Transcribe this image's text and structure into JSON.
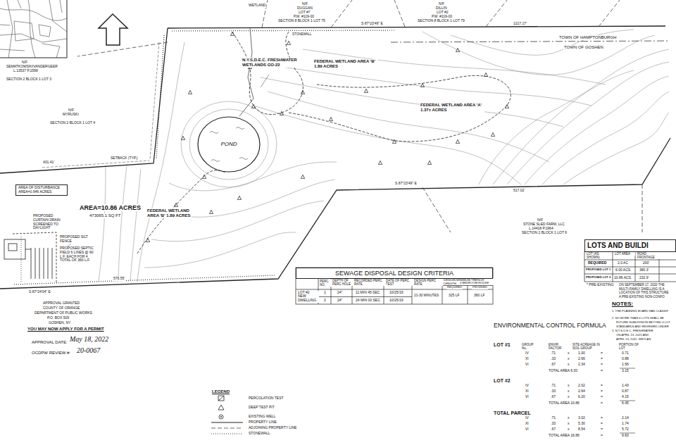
{
  "diagram": {
    "nodes": [
      {
        "text": [
          "POND"
        ]
      },
      {
        "text": [
          "AREA OF DISTURBANCE AREA=0.946 ACRES"
        ]
      },
      {
        "text": [
          "SEWAGE DISPOSAL DESIGN CRITERIA"
        ]
      },
      {
        "text": [
          "LOTS AND BUILDI"
        ]
      }
    ],
    "labels": [
      "WETLAND",
      "N/F",
      "DUGGAN",
      "LOT #7",
      "P.M. #119-00",
      "SECTION 8 BLOCK 1 LOT 75",
      "N/F",
      "DILLIN",
      "LOT #2",
      "P.M. #119-00",
      "SECTION 8 BLOCK 1 LOT 79",
      "S 87°23'49\" E",
      "1217.17'",
      "TOWN OF HAMPTONBURGH",
      "TOWN OF GOSHEN",
      "STONEWALL",
      "N.Y.S.D.E.C. FRESHWATER WETLANDS GO-22",
      "FEDERAL WETLAND AREA 'B' 1.89 ACRES",
      "FEDERAL WETLAND AREA 'A' 1.37± ACRES",
      "N/F",
      "SEMATKOWSKI/VANDERGEER",
      "L.13537 P.1598",
      "SECTION 2 BLOCK 1 LOT 3",
      "N/F",
      "MYRUSKI",
      "SECTION 2 BLOCK 1 LOT 4",
      "SETBACK (TYP.)",
      "431.41'",
      "AREA=10.86 ACRES",
      "473065.1 SQ FT",
      "PROPOSED SILT FENCE",
      "PROPOSED CURTAIN DRAIN SCREENED TO DAYLIGHT",
      "PROPOSED SEPTIC FIELD 6 LINES @ 60 L.F. EACH FOR 4 TOTAL OF 360 L.F.",
      "FEDERAL WETLAND AREA 'B' 1.89 ACRES",
      "576.55'",
      "S 87°24'04\" E",
      "S 87°23'49\" E",
      "517.02'",
      "N/F",
      "STONE SLED FARM, LLC",
      "L.14418 P.1964",
      "SECTION 2 BLOCK 1 LOT 6",
      "APPROVAL GRANTED",
      "COUNTY OF ORANGE",
      "DEPARTMENT OF PUBLIC WORKS",
      "P.O. BOX 509",
      "GOSHEN, NY",
      "YOU MAY NOW APPLY FOR A PERMIT",
      "APPROVAL DATE:",
      "May 18, 2022",
      "OCDPW REVIEW #:",
      "20-0067",
      "LEGEND",
      "PERC NO.",
      "DEPTH OF PERC HOLE",
      "RECORDED PERC RATE",
      "DATE OF PERC TEST",
      "DESIGN PERC RATE",
      "DESIGN MINIMUM TRENCH LENGTH",
      "4 BEDROOM HOUSE",
      "REQUIRED",
      "PROVIDED",
      "LOT #2 NEW DWELLING",
      "1",
      "24\"",
      "11 MIN 45 SEC",
      "10/25/19",
      "2",
      "24\"",
      "24 MIN 00 SEC",
      "10/25/19",
      "21-30 MINUTES",
      "325 LF",
      "360 LF",
      "LOT (AS SHOWN)",
      "LOT AREA",
      "ROAD FRONTAGE",
      "REQUIRED",
      "2.0 AC",
      "200'",
      "PROPOSED LOT 1",
      "6.00 ACS.",
      "380.3'",
      "PROPOSED LOT 2",
      "10.86 ACS.",
      "232.9'",
      "* PRE-EXISTING",
      "ON SEPTEMBER 17, 2020 THE",
      "MULTI-FAMILY DWELLING IS A",
      "LOCATION OF THIS STRUCTURE",
      "A PRE-EXISTING NON-CONFO",
      "NOTES:",
      "1. THE PLANNING BOARD HAS CLASSIF",
      "2. NO MORE THAN 4 LOTS SHALL BE",
      "FUTURE SUBDIVISION BEYOND 4 LOT",
      "STANDARDS AND REVIEWED UNDER",
      "3. N.Y.S.D.E.C. FRESHWATER",
      "ON APRIL 13, 2021 AND",
      "APRIL 13, 2031. WETLAN",
      "ENVIRONMENTAL CONTROL FORMULA",
      "GROUP No.",
      "ENVIR. FACTOR",
      "SITE ACREAGE IN SOIL GROUP",
      "PORTION OF LOT",
      "LOT #1",
      "IV",
      ".71",
      "x",
      "1.00",
      "=",
      "0.71",
      "XI",
      ".33",
      "x",
      "2.66",
      "=",
      "0.88",
      "VI",
      ".67",
      "x",
      "2.34",
      "=",
      "1.56",
      "TOTAL AREA 6.00",
      "=",
      "3.15",
      "LOT #2",
      "IV",
      ".71",
      "x",
      "2.02",
      "=",
      "1.43",
      "XI",
      ".33",
      "x",
      "2.64",
      "=",
      "0.87",
      "VI",
      ".67",
      "x",
      "6.20",
      "=",
      "4.15",
      "TOTAL AREA 10.86",
      "=",
      "6.45",
      "TOTAL PARCEL",
      "IV",
      ".71",
      "x",
      "3.02",
      "=",
      "2.14",
      "XI",
      ".33",
      "x",
      "5.30",
      "=",
      "1.74",
      "VI",
      ".67",
      "x",
      "8.54",
      "=",
      "5.72",
      "TOTAL AREA 16.86",
      "=",
      "9.60"
    ],
    "legend": [
      {
        "text": "PERCOLATION TEST"
      },
      {
        "text": "DEEP TEST PIT"
      },
      {
        "text": "EXISTING WELL"
      },
      {
        "text": "PROPERTY LINE"
      },
      {
        "text": "ADJOINING PROPERTY LINE"
      },
      {
        "text": "STONEWALL"
      }
    ]
  }
}
